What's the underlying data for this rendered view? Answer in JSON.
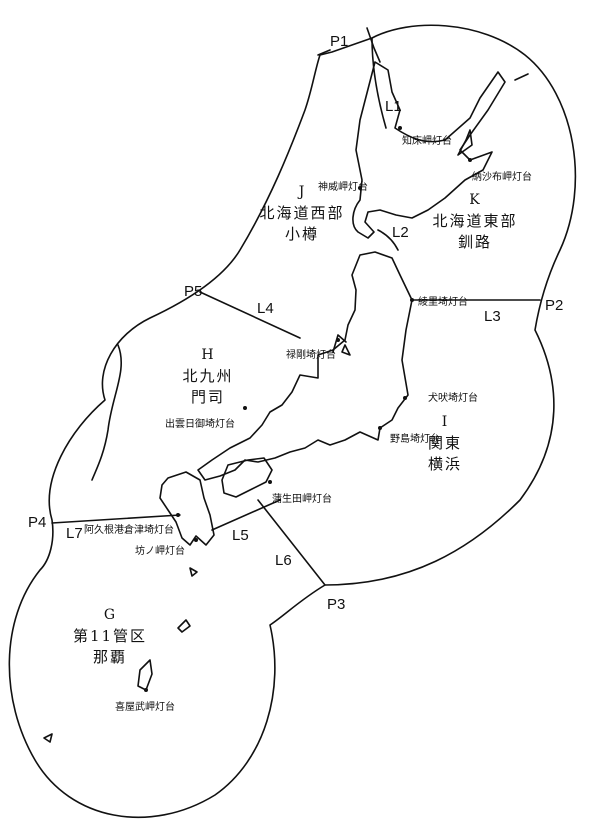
{
  "colors": {
    "ink": "#111111",
    "paper": "#ffffff"
  },
  "points": {
    "p1": "P1",
    "p2": "P2",
    "p3": "P3",
    "p4": "P4",
    "p5": "P5"
  },
  "lines": {
    "l1": "L1",
    "l2": "L2",
    "l3": "L3",
    "l4": "L4",
    "l5": "L5",
    "l6": "L6",
    "l7": "L7"
  },
  "regions": {
    "j": {
      "letter": "J",
      "name": "北海道西部",
      "city": "小樽"
    },
    "k": {
      "letter": "K",
      "name": "北海道東部",
      "city": "釧路"
    },
    "h": {
      "letter": "H",
      "name": "北九州",
      "city": "門司"
    },
    "i": {
      "letter": "I",
      "name": "関東",
      "city": "横浜"
    },
    "g": {
      "letter": "G",
      "name": "第11管区",
      "city": "那覇"
    }
  },
  "lighthouses": {
    "shiretoko": "知床岬灯台",
    "nosappu": "納沙布岬灯台",
    "kamui": "神威岬灯台",
    "nosappu_ryori": "綾里埼灯台",
    "rokugo": "禄剛埼灯台",
    "inubo": "犬吠埼灯台",
    "nojima": "野島埼灯台",
    "izumo": "出雲日御埼灯台",
    "gamoda": "蒲生田岬灯台",
    "akune": "阿久根港倉津埼灯台",
    "bonotsu": "坊ノ岬灯台",
    "kyan": "喜屋武岬灯台"
  }
}
